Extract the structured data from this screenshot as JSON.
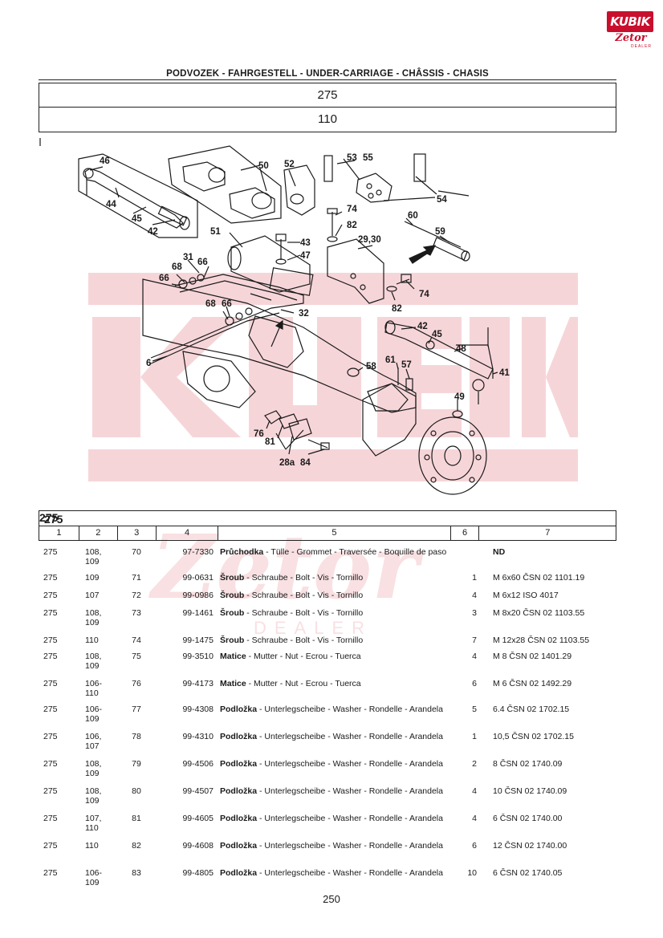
{
  "logo": {
    "brand": "KUBIK",
    "sub": "Zetor",
    "tag": "DEALER"
  },
  "header": {
    "title": "PODVOZEK - FAHRGESTELL - UNDER-CARRIAGE - CHÂSSIS - CHASIS",
    "group": "275",
    "subgroup": "110"
  },
  "diagram": {
    "labels": [
      "46",
      "44",
      "45",
      "42",
      "50",
      "52",
      "53",
      "55",
      "54",
      "51",
      "43",
      "47",
      "74",
      "82",
      "29,30",
      "60",
      "59",
      "31",
      "66",
      "68",
      "66",
      "68",
      "66",
      "32",
      "74",
      "82",
      "42",
      "45",
      "48",
      "41",
      "6",
      "58",
      "61",
      "57",
      "49",
      "76",
      "81",
      "28a",
      "84"
    ]
  },
  "table": {
    "group_left": "275",
    "group_right": "275",
    "columns": [
      "1",
      "2",
      "3",
      "4",
      "5",
      "6",
      "7"
    ],
    "rows": [
      {
        "c1": "275",
        "c2": "108,\n109",
        "c3": "70",
        "c4": "97-7330",
        "name": "Průchodka",
        "desc": " - Tülle - Grommet - Traversée - Boquille de paso",
        "qty": "",
        "spec": "ND"
      },
      {
        "c1": "275",
        "c2": "109",
        "c3": "71",
        "c4": "99-0631",
        "name": "Šroub",
        "desc": " - Schraube - Bolt - Vis - Tornillo",
        "qty": "1",
        "spec": "M 6x60 ČSN 02 1101.19"
      },
      {
        "c1": "275",
        "c2": "107",
        "c3": "72",
        "c4": "99-0986",
        "name": "Šroub",
        "desc": " - Schraube - Bolt - Vis - Tornillo",
        "qty": "4",
        "spec": "M 6x12 ISO 4017"
      },
      {
        "c1": "275",
        "c2": "108,\n109",
        "c3": "73",
        "c4": "99-1461",
        "name": "Šroub",
        "desc": " - Schraube - Bolt - Vis - Tornillo",
        "qty": "3",
        "spec": "M 8x20 ČSN 02 1103.55"
      },
      {
        "c1": "275",
        "c2": "110",
        "c3": "74",
        "c4": "99-1475",
        "name": "Šroub",
        "desc": " - Schraube - Bolt - Vis - Tornillo",
        "qty": "7",
        "spec": "M 12x28 ČSN 02 1103.55"
      },
      {
        "c1": "275",
        "c2": "108,\n109",
        "c3": "75",
        "c4": "99-3510",
        "name": "Matice",
        "desc": " - Mutter - Nut - Ecrou - Tuerca",
        "qty": "4",
        "spec": "M 8 ČSN 02 1401.29"
      },
      {
        "c1": "275",
        "c2": "106-\n110",
        "c3": "76",
        "c4": "99-4173",
        "name": "Matice",
        "desc": " - Mutter - Nut - Ecrou - Tuerca",
        "qty": "6",
        "spec": "M 6 ČSN 02 1492.29"
      },
      {
        "c1": "275",
        "c2": "106-\n109",
        "c3": "77",
        "c4": "99-4308",
        "name": "Podložka",
        "desc": " - Unterlegscheibe - Washer - Rondelle - Arandela",
        "qty": "5",
        "spec": "6.4 ČSN 02 1702.15"
      },
      {
        "c1": "275",
        "c2": "106,\n107",
        "c3": "78",
        "c4": "99-4310",
        "name": "Podložka",
        "desc": " - Unterlegscheibe - Washer - Rondelle - Arandela",
        "qty": "1",
        "spec": "10,5 ČSN 02 1702.15"
      },
      {
        "c1": "275",
        "c2": "108,\n109",
        "c3": "79",
        "c4": "99-4506",
        "name": "Podložka",
        "desc": " - Unterlegscheibe - Washer - Rondelle - Arandela",
        "qty": "2",
        "spec": "8 ČSN 02 1740.09"
      },
      {
        "c1": "275",
        "c2": "108,\n109",
        "c3": "80",
        "c4": "99-4507",
        "name": "Podložka",
        "desc": " - Unterlegscheibe - Washer - Rondelle - Arandela",
        "qty": "4",
        "spec": "10 ČSN 02 1740.09"
      },
      {
        "c1": "275",
        "c2": "107,\n110",
        "c3": "81",
        "c4": "99-4605",
        "name": "Podložka",
        "desc": " - Unterlegscheibe - Washer - Rondelle - Arandela",
        "qty": "4",
        "spec": "6 ČSN 02 1740.00"
      },
      {
        "c1": "275",
        "c2": "110",
        "c3": "82",
        "c4": "99-4608",
        "name": "Podložka",
        "desc": " - Unterlegscheibe - Washer - Rondelle - Arandela",
        "qty": "6",
        "spec": "12 ČSN 02 1740.00"
      },
      {
        "c1": "275",
        "c2": "106-\n109",
        "c3": "83",
        "c4": "99-4805",
        "name": "Podložka",
        "desc": " - Unterlegscheibe - Washer - Rondelle - Arandela",
        "qty": "10",
        "spec": "6 ČSN 02 1740.05"
      }
    ]
  },
  "footer": {
    "page": "250"
  }
}
